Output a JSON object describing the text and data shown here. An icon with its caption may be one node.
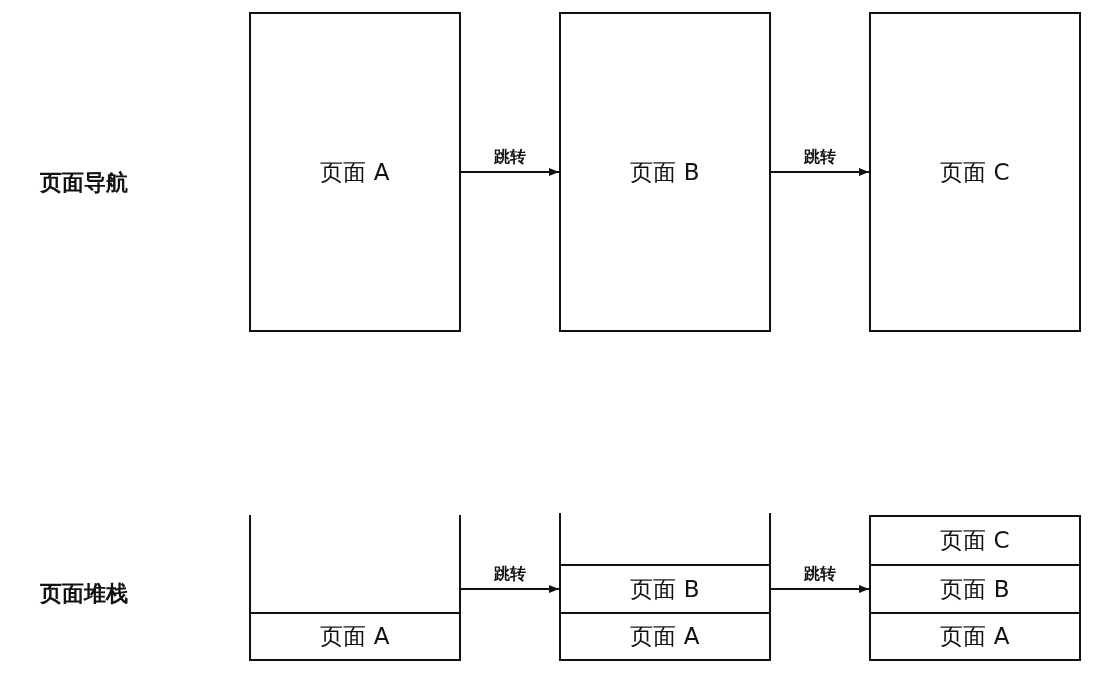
{
  "diagram": {
    "nodes": [
      {
        "text": [
          "页面 A"
        ]
      },
      {
        "text": [
          "页面 B"
        ]
      },
      {
        "text": [
          "页面 C"
        ]
      },
      {
        "text": [],
        "shape": "box"
      },
      {
        "text": [
          "页面 A"
        ],
        "in": 3
      },
      {
        "text": [],
        "shape": "box"
      },
      {
        "text": [
          "页面 B"
        ],
        "in": 5
      },
      {
        "text": [
          "页面 A"
        ],
        "in": 5
      },
      {
        "text": [],
        "shape": "box"
      },
      {
        "text": [
          "页面 C"
        ],
        "in": 8
      },
      {
        "text": [
          "页面 B"
        ],
        "in": 8
      },
      {
        "text": [
          "页面 A"
        ],
        "in": 8
      }
    ],
    "edges": [
      {
        "from": 0,
        "to": 1,
        "arrow": "to",
        "label": "跳转"
      },
      {
        "from": 1,
        "to": 2,
        "arrow": "to",
        "label": "跳转"
      },
      {
        "from": 3,
        "to": 5,
        "arrow": "to",
        "label": "跳转"
      },
      {
        "from": 5,
        "to": 8,
        "arrow": "to",
        "label": "跳转"
      }
    ],
    "labels": [
      "页面导航",
      "页面堆栈"
    ]
  }
}
